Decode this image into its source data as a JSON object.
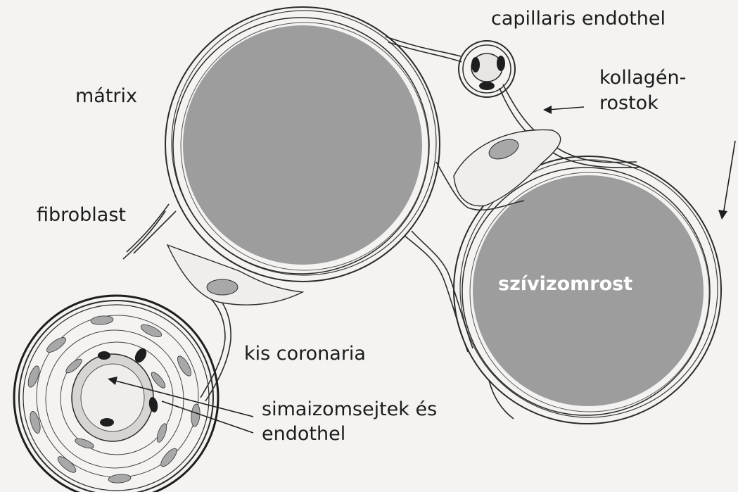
{
  "diagram": {
    "labels": {
      "capillary": "capillaris endothel",
      "collagen_line1": "kollagén-",
      "collagen_line2": "rostok",
      "matrix": "mátrix",
      "fibroblast": "fibroblast",
      "muscle_fiber": "szívizomrost",
      "small_coronary": "kis coronaria",
      "smooth_muscle_line1": "simaizomsejtek és",
      "smooth_muscle_line2": "endothel"
    },
    "colors": {
      "background": "#f4f3f1",
      "fiber_fill": "#9e9d9e",
      "stroke": "#2b2b2b",
      "nucleus": "#a8a8a8",
      "nucleus_dark": "#1e1e1e",
      "label_inverse": "#ffffff"
    }
  }
}
